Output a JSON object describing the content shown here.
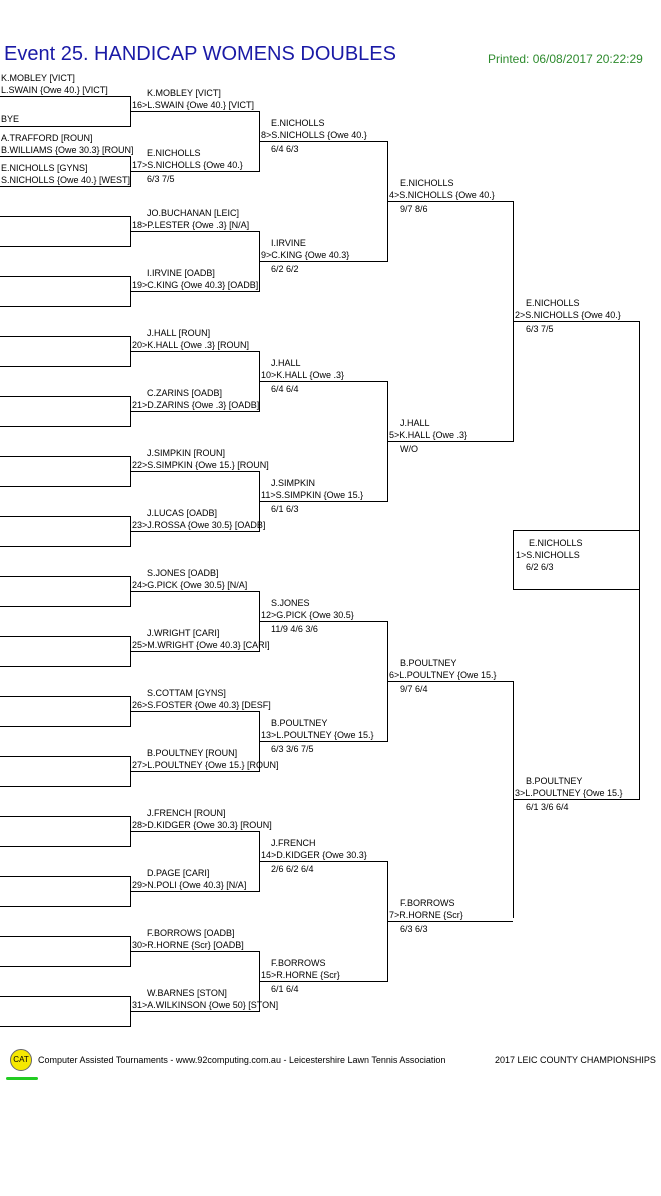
{
  "header": {
    "title": "Event 25. HANDICAP WOMENS DOUBLES",
    "printed": "Printed: 06/08/2017 20:22:29"
  },
  "round1": [
    {
      "p1": "K.MOBLEY [VICT]",
      "p2": "L.SWAIN {Owe 40.} [VICT]"
    },
    {
      "p1": "BYE",
      "p2": ""
    },
    {
      "p1": "A.TRAFFORD [ROUN]",
      "p2": "B.WILLIAMS {Owe 30.3} [ROUN]"
    },
    {
      "p1": "E.NICHOLLS [GYNS]",
      "p2": "S.NICHOLLS {Owe 40.} [WEST]"
    }
  ],
  "round2": [
    {
      "p1": "K.MOBLEY [VICT]",
      "p2": "16>L.SWAIN {Owe 40.} [VICT]",
      "score": ""
    },
    {
      "p1": "E.NICHOLLS",
      "p2": "17>S.NICHOLLS {Owe 40.}",
      "score": "6/3 7/5"
    },
    {
      "p1": "JO.BUCHANAN [LEIC]",
      "p2": "18>P.LESTER {Owe .3} [N/A]",
      "score": ""
    },
    {
      "p1": "I.IRVINE [OADB]",
      "p2": "19>C.KING {Owe 40.3} [OADB]",
      "score": ""
    },
    {
      "p1": "J.HALL [ROUN]",
      "p2": "20>K.HALL {Owe .3} [ROUN]",
      "score": ""
    },
    {
      "p1": "C.ZARINS [OADB]",
      "p2": "21>D.ZARINS {Owe .3} [OADB]",
      "score": ""
    },
    {
      "p1": "J.SIMPKIN [ROUN]",
      "p2": "22>S.SIMPKIN {Owe 15.} [ROUN]",
      "score": ""
    },
    {
      "p1": "J.LUCAS [OADB]",
      "p2": "23>J.ROSSA {Owe 30.5} [OADB]",
      "score": ""
    },
    {
      "p1": "S.JONES [OADB]",
      "p2": "24>G.PICK {Owe 30.5} [N/A]",
      "score": ""
    },
    {
      "p1": "J.WRIGHT [CARI]",
      "p2": "25>M.WRIGHT {Owe 40.3} [CARI]",
      "score": ""
    },
    {
      "p1": "S.COTTAM [GYNS]",
      "p2": "26>S.FOSTER {Owe 40.3} [DESF]",
      "score": ""
    },
    {
      "p1": "B.POULTNEY [ROUN]",
      "p2": "27>L.POULTNEY {Owe 15.} [ROUN]",
      "score": ""
    },
    {
      "p1": "J.FRENCH [ROUN]",
      "p2": "28>D.KIDGER {Owe 30.3} [ROUN]",
      "score": ""
    },
    {
      "p1": "D.PAGE [CARI]",
      "p2": "29>N.POLI {Owe 40.3} [N/A]",
      "score": ""
    },
    {
      "p1": "F.BORROWS [OADB]",
      "p2": "30>R.HORNE {Scr} [OADB]",
      "score": ""
    },
    {
      "p1": "W.BARNES [STON]",
      "p2": "31>A.WILKINSON {Owe 50} [STON]",
      "score": ""
    }
  ],
  "round3": [
    {
      "p1": "E.NICHOLLS",
      "p2": "8>S.NICHOLLS {Owe 40.}",
      "score": "6/4 6/3"
    },
    {
      "p1": "I.IRVINE",
      "p2": "9>C.KING {Owe 40.3}",
      "score": "6/2 6/2"
    },
    {
      "p1": "J.HALL",
      "p2": "10>K.HALL {Owe .3}",
      "score": "6/4 6/4"
    },
    {
      "p1": "J.SIMPKIN",
      "p2": "11>S.SIMPKIN {Owe 15.}",
      "score": "6/1 6/3"
    },
    {
      "p1": "S.JONES",
      "p2": "12>G.PICK {Owe 30.5}",
      "score": "11/9 4/6 3/6"
    },
    {
      "p1": "B.POULTNEY",
      "p2": "13>L.POULTNEY {Owe 15.}",
      "score": "6/3 3/6 7/5"
    },
    {
      "p1": "J.FRENCH",
      "p2": "14>D.KIDGER {Owe 30.3}",
      "score": "2/6 6/2 6/4"
    },
    {
      "p1": "F.BORROWS",
      "p2": "15>R.HORNE {Scr}",
      "score": "6/1 6/4"
    }
  ],
  "round4": [
    {
      "p1": "E.NICHOLLS",
      "p2": "4>S.NICHOLLS {Owe 40.}",
      "score": "9/7 8/6"
    },
    {
      "p1": "J.HALL",
      "p2": "5>K.HALL {Owe .3}",
      "score": "W/O"
    },
    {
      "p1": "B.POULTNEY",
      "p2": "6>L.POULTNEY {Owe 15.}",
      "score": "9/7 6/4"
    },
    {
      "p1": "F.BORROWS",
      "p2": "7>R.HORNE {Scr}",
      "score": "6/3 6/3"
    }
  ],
  "round5": [
    {
      "p1": "E.NICHOLLS",
      "p2": "2>S.NICHOLLS {Owe 40.}",
      "score": "6/3 7/5"
    },
    {
      "p1": "B.POULTNEY",
      "p2": "3>L.POULTNEY {Owe 15.}",
      "score": "6/1 3/6 6/4"
    }
  ],
  "final": {
    "p1": "E.NICHOLLS",
    "p2": "1>S.NICHOLLS",
    "score": "6/2 6/3"
  },
  "footer": {
    "logo_text": "CAT",
    "credit": "Computer Assisted Tournaments - www.92computing.com.au -  Leicestershire Lawn Tennis Association",
    "championship": "2017 LEIC COUNTY CHAMPIONSHIPS"
  },
  "colors": {
    "title": "#1a1aa6",
    "printed": "#2e8b2e",
    "logo": "#f6e800",
    "logo_underline": "#22cc22"
  }
}
